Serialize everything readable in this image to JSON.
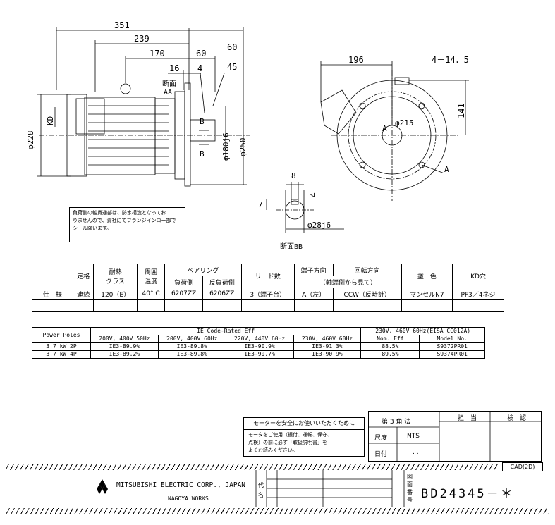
{
  "dims": {
    "d351": "351",
    "d239": "239",
    "d170": "170",
    "d60a": "60",
    "d60b": "60",
    "d16": "16",
    "d4": "4",
    "d45": "45",
    "phi228": "φ228",
    "kd": "KD",
    "phi180": "φ180j6",
    "phi250": "φ250",
    "d196": "196",
    "d4_14_5": "4－14．5",
    "d141": "141",
    "phi215": "φ215",
    "d8": "8",
    "d4b": "4",
    "d7": "7",
    "phi28": "φ28j6",
    "B": "B",
    "A": "A"
  },
  "labels": {
    "section_aa": "断面\nAA",
    "section_aa_1": "断面",
    "section_aa_2": "AA",
    "section_bb": "断面BB"
  },
  "note": {
    "line1": "負荷側の軸貫通部は、防水構造となってお",
    "line2": "りませんので、貴社にてフランジインロー部で",
    "line3": "シール願います。"
  },
  "spec": {
    "h_rating": "定格",
    "h_heat1": "耐熱",
    "h_heat2": "クラス",
    "h_amb1": "周囲",
    "h_amb2": "温度",
    "h_bearing": "ベアリング",
    "h_load": "負荷側",
    "h_antiload": "反負荷側",
    "h_lead": "リード数",
    "h_term": "端子方向",
    "h_rot": "回転方向",
    "h_view": "（軸端側から見て）",
    "h_color": "塗　色",
    "h_kd": "KD穴",
    "r_label": "仕　様",
    "r_rating": "連続",
    "r_heat": "120（E）",
    "r_amb": "40° C",
    "r_load": "6207ZZ",
    "r_antiload": "6206ZZ",
    "r_lead": "3（端子台）",
    "r_term": "A（左）",
    "r_rot": "CCW（反時計）",
    "r_color": "マンセルN7",
    "r_kd": "PF3／4ネジ"
  },
  "eff": {
    "h_poles": "Power Poles",
    "h_iecode": "IE Code-Rated Eff",
    "h_eisa": "230V, 460V 60Hz(EISA CC012A)",
    "c1": "200V, 400V 50Hz",
    "c2": "200V, 400V 60Hz",
    "c3": "220V, 440V 60Hz",
    "c4": "230V, 460V 60Hz",
    "c5": "Nom. Eff",
    "c6": "Model No.",
    "rows": [
      {
        "poles": "3.7 kW 2P",
        "v1": "IE3-89.9%",
        "v2": "IE3-89.8%",
        "v3": "IE3-90.9%",
        "v4": "IE3-91.3%",
        "nom": "88.5%",
        "model": "S9372PR01"
      },
      {
        "poles": "3.7 kW 4P",
        "v1": "IE3-89.2%",
        "v2": "IE3-89.8%",
        "v3": "IE3-90.7%",
        "v4": "IE3-90.9%",
        "nom": "89.5%",
        "model": "S9374PR01"
      }
    ]
  },
  "safety": {
    "title": "モーターを安全にお使いいただくために",
    "l1": "モータをご使用（据付、運転、保守、",
    "l2": "点検）の前に必ず「取扱説明書」を",
    "l3": "よくお読みください。"
  },
  "approval": {
    "angle": "第 3 角 法",
    "scale_label": "尺度",
    "scale": "NTS",
    "date_label": "日付",
    "date": ". .",
    "tantou": "担　当",
    "kenin": "検　認"
  },
  "title": {
    "company": "MITSUBISHI ELECTRIC CORP., JAPAN",
    "works": "NAGOYA  WORKS",
    "cad": "CAD(2D)",
    "drawno_label": "図面番号",
    "drawno": "BD24345－＊",
    "side1": "代",
    "side2": "名"
  }
}
